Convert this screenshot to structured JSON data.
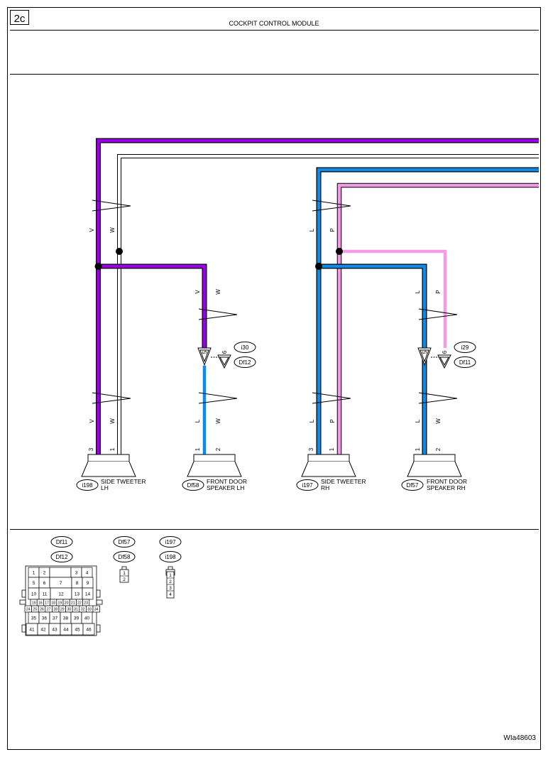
{
  "page": {
    "tag": "2c",
    "module_title": "COCKPIT CONTROL MODULE",
    "figure_id": "WIa48603"
  },
  "colors": {
    "V": "#9b00e8",
    "W": "#ffffff",
    "L": "#0a8ce8",
    "P": "#f49be8",
    "outline": "#000000"
  },
  "wire_labels": {
    "lh_trunk_v": "V",
    "lh_trunk_w": "W",
    "lh_tweeter_v": "V",
    "lh_tweeter_w": "W",
    "lh_branch_v": "V",
    "lh_branch_w": "W",
    "lh_speaker_l": "L",
    "lh_speaker_w": "W",
    "rh_trunk_l": "L",
    "rh_trunk_p": "P",
    "rh_tweeter_l": "L",
    "rh_tweeter_p": "P",
    "rh_branch_l": "L",
    "rh_branch_p": "P",
    "rh_speaker_l": "L",
    "rh_speaker_w": "W"
  },
  "connectors": {
    "lh_inline_top": "i30",
    "lh_inline_bottom": "Df12",
    "lh_inline_pin_a": "5",
    "lh_inline_pin_b": "6",
    "rh_inline_top": "i29",
    "rh_inline_bottom": "Df11",
    "rh_inline_pin_a": "5",
    "rh_inline_pin_b": "6"
  },
  "components": {
    "side_tweeter_lh": {
      "connector": "i198",
      "name_line1": "SIDE TWEETER",
      "name_line2": "LH",
      "pin_a": "3",
      "pin_b": "1"
    },
    "front_door_speaker_lh": {
      "connector": "Df58",
      "name_line1": "FRONT DOOR",
      "name_line2": "SPEAKER LH",
      "pin_a": "1",
      "pin_b": "2"
    },
    "side_tweeter_rh": {
      "connector": "i197",
      "name_line1": "SIDE TWEETER",
      "name_line2": "RH",
      "pin_a": "3",
      "pin_b": "1"
    },
    "front_door_speaker_rh": {
      "connector": "Df57",
      "name_line1": "FRONT DOOR",
      "name_line2": "SPEAKER RH",
      "pin_a": "1",
      "pin_b": "2"
    }
  },
  "legend": {
    "df_ids": [
      "Df11",
      "Df12"
    ],
    "df_pins": [
      [
        "1",
        "2",
        "3",
        "4"
      ],
      [
        "5",
        "6",
        "7",
        "8",
        "9"
      ],
      [
        "10",
        "11",
        "12",
        "13",
        "14"
      ],
      [
        "19",
        "16",
        "17",
        "18",
        "19",
        "20",
        "21",
        "22",
        "23"
      ],
      [
        "24",
        "25",
        "26",
        "27",
        "28",
        "29",
        "30",
        "31",
        "32",
        "33",
        "34"
      ],
      [
        "35",
        "36",
        "37",
        "38",
        "39",
        "40"
      ],
      [
        "41",
        "42",
        "43",
        "44",
        "45",
        "46"
      ]
    ],
    "speaker_ids": [
      "Df57",
      "Df58"
    ],
    "speaker_pins": [
      "1",
      "2"
    ],
    "tweeter_ids": [
      "i197",
      "i198"
    ],
    "tweeter_pins": [
      "1",
      "2",
      "3",
      "4"
    ]
  }
}
